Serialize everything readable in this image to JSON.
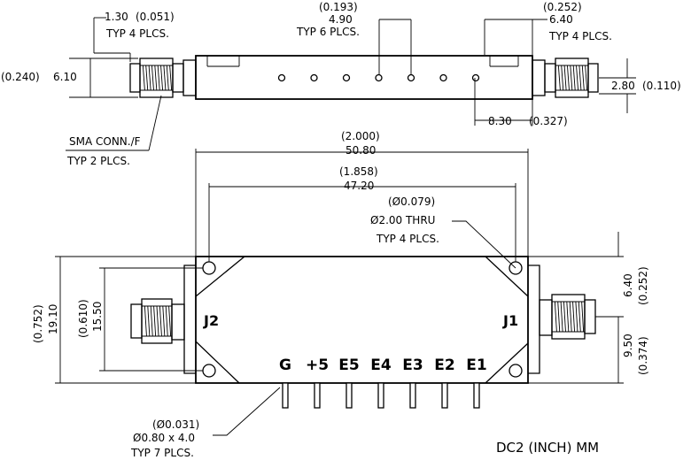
{
  "top_view": {
    "dim_connector_length": {
      "mm": "1.30",
      "inch": "(0.051)",
      "note": "TYP 4 PLCS."
    },
    "dim_hole_pitch": {
      "mm": "4.90",
      "inch": "(0.193)",
      "note": "TYP 6 PLCS."
    },
    "dim_connector_right": {
      "mm": "6.40",
      "inch": "(0.252)",
      "note": "TYP 4 PLCS."
    },
    "dim_height": {
      "mm": "6.10",
      "inch": "(0.240)"
    },
    "dim_connector_center": {
      "mm": "2.80",
      "inch": "(0.110)"
    },
    "dim_hole_offset": {
      "mm": "8.30",
      "inch": "(0.327)"
    },
    "connector_note": {
      "line1": "SMA CONN./F",
      "line2": "TYP 2 PLCS."
    },
    "hole_count": 7
  },
  "front_view": {
    "dim_overall_width": {
      "mm": "50.80",
      "inch": "(2.000)"
    },
    "dim_mount_pitch": {
      "mm": "47.20",
      "inch": "(1.858)"
    },
    "mount_hole_note": {
      "inch": "(Ø0.079)",
      "line1": "Ø2.00 THRU",
      "line2": "TYP 4 PLCS."
    },
    "dim_overall_height": {
      "mm": "19.10",
      "inch": "(0.752)"
    },
    "dim_mount_height": {
      "mm": "15.50",
      "inch": "(0.610)"
    },
    "dim_right_upper": {
      "mm": "6.40",
      "inch": "(0.252)"
    },
    "dim_right_lower": {
      "mm": "9.50",
      "inch": "(0.374)"
    },
    "port_left": "J2",
    "port_right": "J1",
    "pin_labels": [
      "G",
      "+5",
      "E5",
      "E4",
      "E3",
      "E2",
      "E1"
    ],
    "pin_note": {
      "inch": "(Ø0.031)",
      "line1": "Ø0.80 x 4.0",
      "line2": "TYP 7 PLCS."
    }
  },
  "units_caption": "DC2 (INCH) MM"
}
